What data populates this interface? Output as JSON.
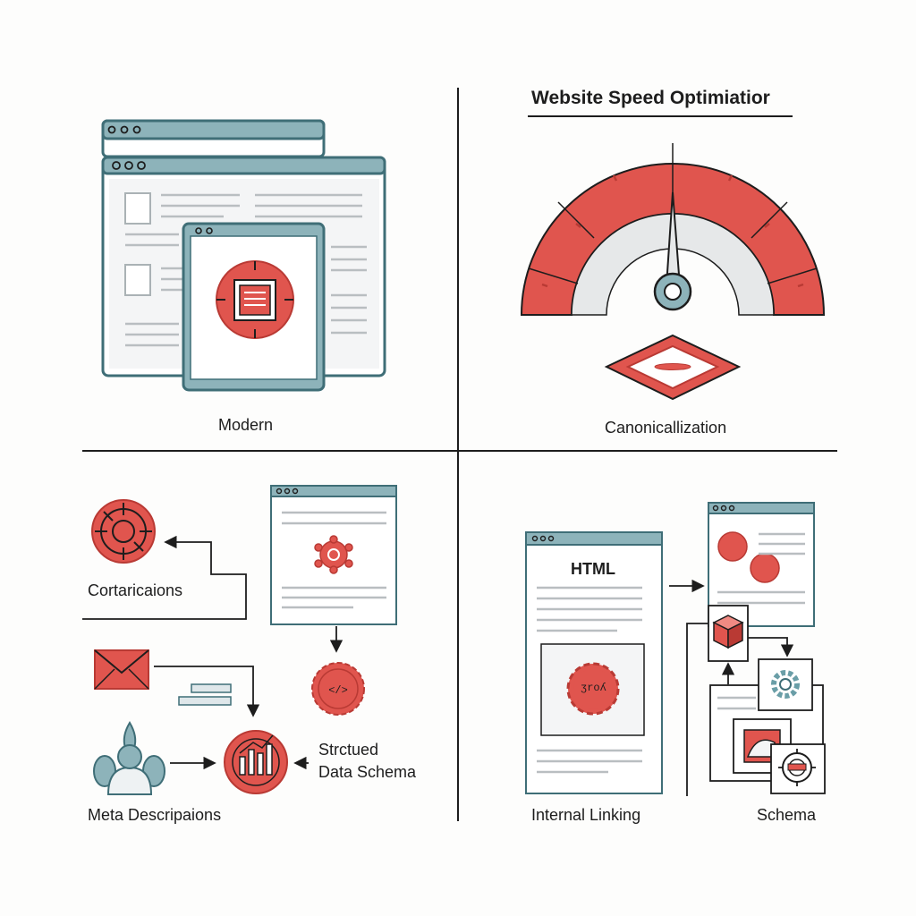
{
  "colors": {
    "teal": "#6a9ea7",
    "teal_dark": "#3f6e77",
    "red": "#e0554e",
    "red_dark": "#b93a34",
    "ink": "#1d1d1d",
    "gray_line": "#c5c8ca",
    "panel": "#f4f5f6",
    "paper": "#ffffff"
  },
  "labels": {
    "q1": "Modern",
    "q2_title": "Website Speed Optimiatior",
    "q2_caption": "Canonicallization",
    "q3_a": "Cortaricaions",
    "q3_b_line1": "Strctued",
    "q3_b_line2": "Data Schema",
    "q3_c": "Meta Descripaions",
    "q4_html": "HTML",
    "q4_a": "Internal Linking",
    "q4_b": "Schema",
    "q4_badge": "ʒroʎ"
  },
  "icons": {
    "q1": [
      "browser-window-icon",
      "tablet-icon",
      "document-target-icon"
    ],
    "q2": [
      "speedometer-gauge-icon",
      "diamond-icon"
    ],
    "q3": [
      "crosshair-target-icon",
      "gear-badge-icon",
      "code-gear-icon",
      "envelope-icon",
      "user-group-icon",
      "bar-chart-icon"
    ],
    "q4": [
      "gear-badge-icon",
      "cube-icon",
      "gear-icon",
      "image-icon",
      "compass-icon"
    ]
  }
}
